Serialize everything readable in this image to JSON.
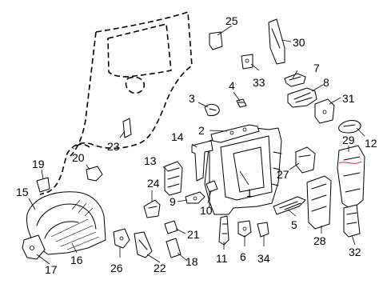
{
  "callouts": [
    {
      "id": "c1",
      "label": "1"
    },
    {
      "id": "c2",
      "label": "2"
    },
    {
      "id": "c3",
      "label": "3"
    },
    {
      "id": "c4",
      "label": "4"
    },
    {
      "id": "c5",
      "label": "5"
    },
    {
      "id": "c6",
      "label": "6"
    },
    {
      "id": "c7",
      "label": "7"
    },
    {
      "id": "c8",
      "label": "8"
    },
    {
      "id": "c9",
      "label": "9"
    },
    {
      "id": "c10",
      "label": "10"
    },
    {
      "id": "c11",
      "label": "11"
    },
    {
      "id": "c12",
      "label": "12"
    },
    {
      "id": "c13",
      "label": "13"
    },
    {
      "id": "c14",
      "label": "14"
    },
    {
      "id": "c15",
      "label": "15"
    },
    {
      "id": "c16",
      "label": "16"
    },
    {
      "id": "c17",
      "label": "17"
    },
    {
      "id": "c18",
      "label": "18"
    },
    {
      "id": "c19",
      "label": "19"
    },
    {
      "id": "c20",
      "label": "20"
    },
    {
      "id": "c21",
      "label": "21"
    },
    {
      "id": "c22",
      "label": "22"
    },
    {
      "id": "c23",
      "label": "23"
    },
    {
      "id": "c24",
      "label": "24"
    },
    {
      "id": "c25",
      "label": "25"
    },
    {
      "id": "c26",
      "label": "26"
    },
    {
      "id": "c27",
      "label": "27"
    },
    {
      "id": "c28",
      "label": "28"
    },
    {
      "id": "c29",
      "label": "29"
    },
    {
      "id": "c30",
      "label": "30"
    },
    {
      "id": "c31",
      "label": "31"
    },
    {
      "id": "c32",
      "label": "32"
    },
    {
      "id": "c33",
      "label": "33"
    },
    {
      "id": "c34",
      "label": "34"
    }
  ],
  "colors": {
    "line": "#000000",
    "highlight": "#e03030",
    "background": "#ffffff"
  }
}
